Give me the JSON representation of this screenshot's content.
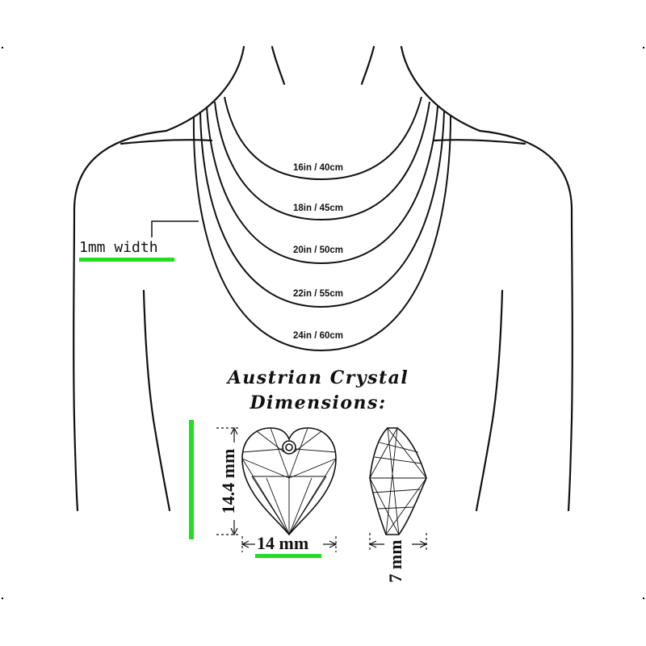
{
  "chains": [
    {
      "label": "16in / 40cm"
    },
    {
      "label": "18in / 45cm"
    },
    {
      "label": "20in / 50cm"
    },
    {
      "label": "22in / 55cm"
    },
    {
      "label": "24in / 60cm"
    }
  ],
  "chain_width_label": "1mm width",
  "title_line1": "Austrian Crystal",
  "title_line2": "Dimensions:",
  "crystal": {
    "height_label": "14.4 mm",
    "width_label": "14 mm",
    "depth_label": "7 mm"
  },
  "colors": {
    "highlight": "#22dd22",
    "line": "#111111"
  }
}
